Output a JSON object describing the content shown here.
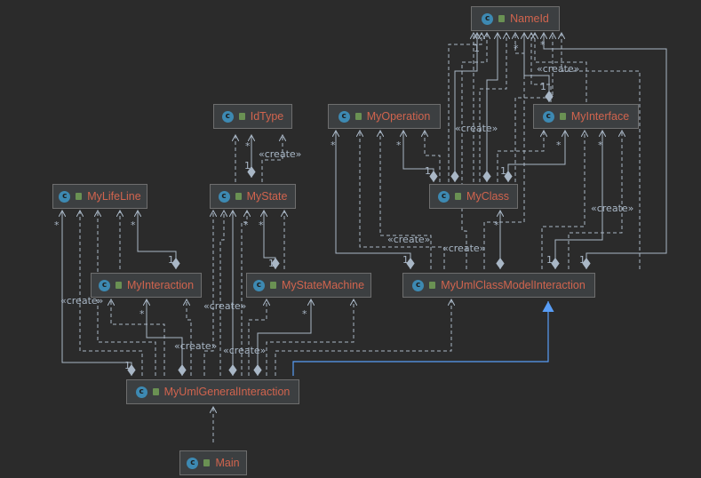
{
  "diagram": {
    "classes": [
      {
        "id": "nameid",
        "name": "NameId"
      },
      {
        "id": "idtype",
        "name": "IdType"
      },
      {
        "id": "myoperation",
        "name": "MyOperation"
      },
      {
        "id": "myinterface",
        "name": "MyInterface"
      },
      {
        "id": "mylifeline",
        "name": "MyLifeLine"
      },
      {
        "id": "mystate",
        "name": "MyState"
      },
      {
        "id": "myclass",
        "name": "MyClass"
      },
      {
        "id": "myinteraction",
        "name": "MyInteraction"
      },
      {
        "id": "mystatemachine",
        "name": "MyStateMachine"
      },
      {
        "id": "myumlclassmodelinteraction",
        "name": "MyUmlClassModelInteraction"
      },
      {
        "id": "myumlgeneralinteraction",
        "name": "MyUmlGeneralInteraction"
      },
      {
        "id": "main",
        "name": "Main"
      }
    ],
    "class_icon": "class-icon",
    "class_icon_glyph": "c",
    "visibility_icon": "public-lock-icon",
    "stereotype_create": "«create»",
    "mult_one": "1",
    "mult_many": "*",
    "colors": {
      "background": "#2b2b2b",
      "node_fill": "#3c3f41",
      "node_border": "#6e6e6e",
      "class_name": "#d1644e",
      "edge": "#a9b7c6",
      "generalization": "#589df6"
    }
  }
}
